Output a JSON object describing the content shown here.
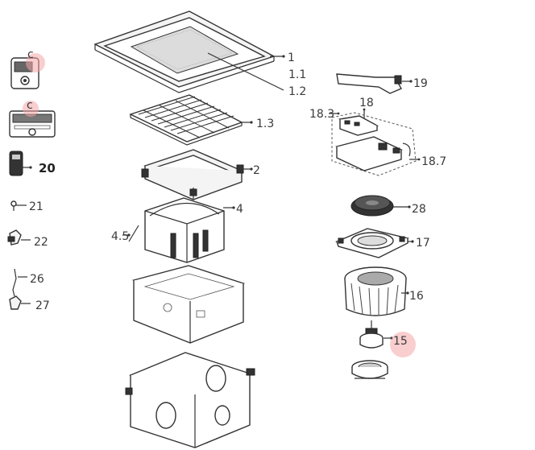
{
  "labels": {
    "p1": "1",
    "p1_1": "1.1",
    "p1_2": "1.2",
    "p1_3": "1.3",
    "p2": "2",
    "p4": "4",
    "p4_5": "4.5",
    "p15": "15",
    "p16": "16",
    "p17": "17",
    "p18": "18",
    "p18_3": "18.3",
    "p18_7": "18.7",
    "p19": "19",
    "p20": "20",
    "p21": "21",
    "p22": "22",
    "p26": "26",
    "p27": "27",
    "p28": "28"
  },
  "colors": {
    "line": "#333333",
    "highlight": "#f4a6a8",
    "background": "#ffffff"
  }
}
